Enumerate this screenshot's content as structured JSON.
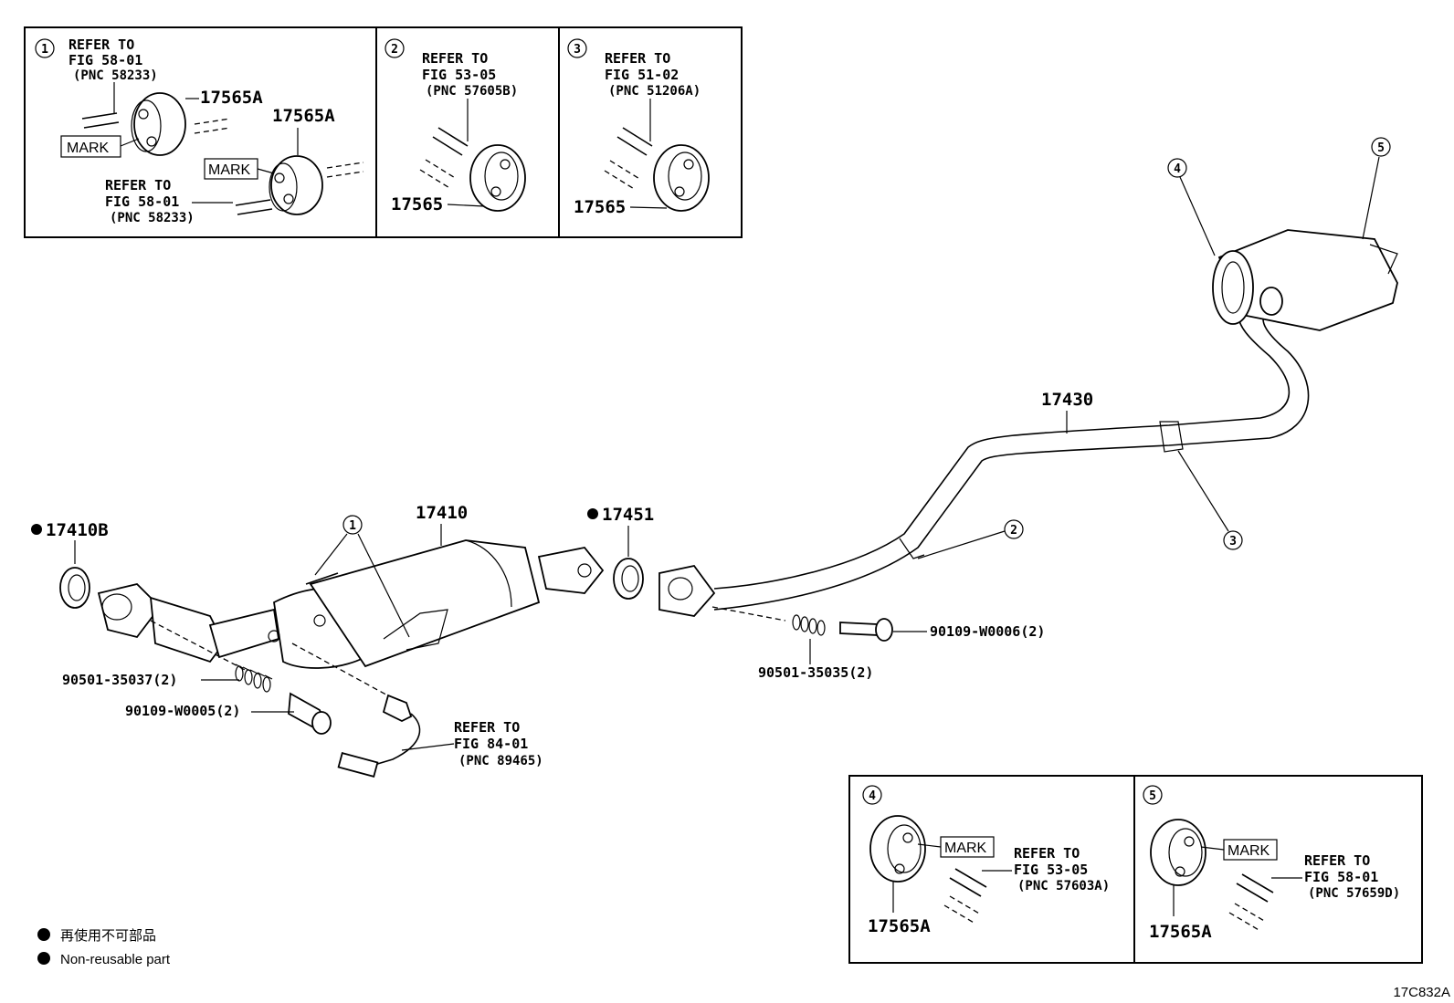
{
  "inset1": {
    "num": "1",
    "refer_top": [
      "REFER TO",
      "FIG 58-01",
      "(PNC 58233)"
    ],
    "part_a": "17565A",
    "part_b": "17565A",
    "mark_a": "MARK",
    "mark_b": "MARK",
    "refer_bottom": [
      "REFER TO",
      "FIG 58-01",
      "(PNC 58233)"
    ]
  },
  "inset2": {
    "num": "2",
    "refer": [
      "REFER TO",
      "FIG 53-05",
      "(PNC 57605B)"
    ],
    "part": "17565"
  },
  "inset3": {
    "num": "3",
    "refer": [
      "REFER TO",
      "FIG 51-02",
      "(PNC 51206A)"
    ],
    "part": "17565"
  },
  "inset4": {
    "num": "4",
    "mark": "MARK",
    "refer": [
      "REFER TO",
      "FIG 53-05",
      "(PNC 57603A)"
    ],
    "part": "17565A"
  },
  "inset5": {
    "num": "5",
    "mark": "MARK",
    "refer": [
      "REFER TO",
      "FIG 58-01",
      "(PNC 57659D)"
    ],
    "part": "17565A"
  },
  "callouts": {
    "c1": "1",
    "c2": "2",
    "c3": "3",
    "c4": "4",
    "c5": "5"
  },
  "parts": {
    "p17410b": "17410B",
    "p17410": "17410",
    "p17451": "17451",
    "p17430": "17430",
    "nut_left": "90501-35037(2)",
    "bolt_left": "90109-W0005(2)",
    "nut_right": "90501-35035(2)",
    "bolt_right": "90109-W0006(2)"
  },
  "sensor_refer": [
    "REFER TO",
    "FIG 84-01",
    "(PNC 89465)"
  ],
  "legend": {
    "jp": "再使用不可部品",
    "en": "Non-reusable part"
  },
  "diagram_id": "17C832A"
}
